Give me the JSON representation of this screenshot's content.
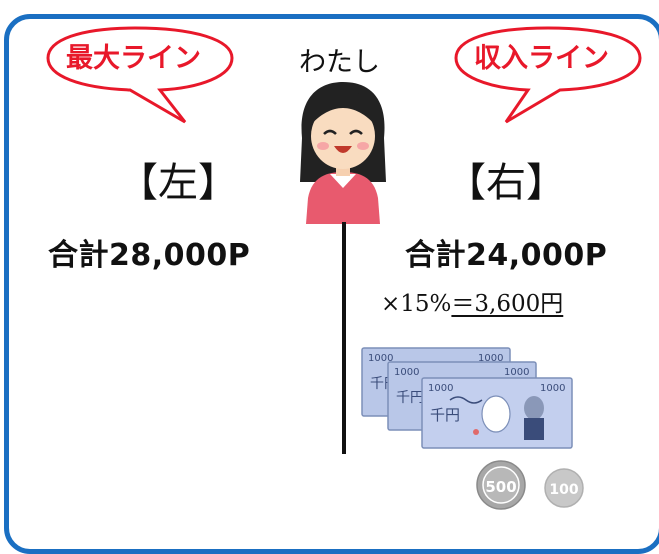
{
  "bubbles": {
    "left": "最大ライン",
    "right": "収入ライン"
  },
  "person_label": "わたし",
  "left_side": {
    "heading": "【左】",
    "total": "合計28,000P"
  },
  "right_side": {
    "heading": "【右】",
    "total": "合計24,000P",
    "calc_prefix": "×15%",
    "calc_result": "＝3,600円"
  },
  "banknote": {
    "denomination": "1000",
    "kanji": "千円"
  },
  "coins": {
    "large": "500",
    "small": "100"
  },
  "colors": {
    "frame": "#1a6fc2",
    "bubble_outline": "#e8182a",
    "banknote": "#b9c7e8",
    "coin_large": "#a7a7a7",
    "coin_small": "#c8c8c8"
  }
}
